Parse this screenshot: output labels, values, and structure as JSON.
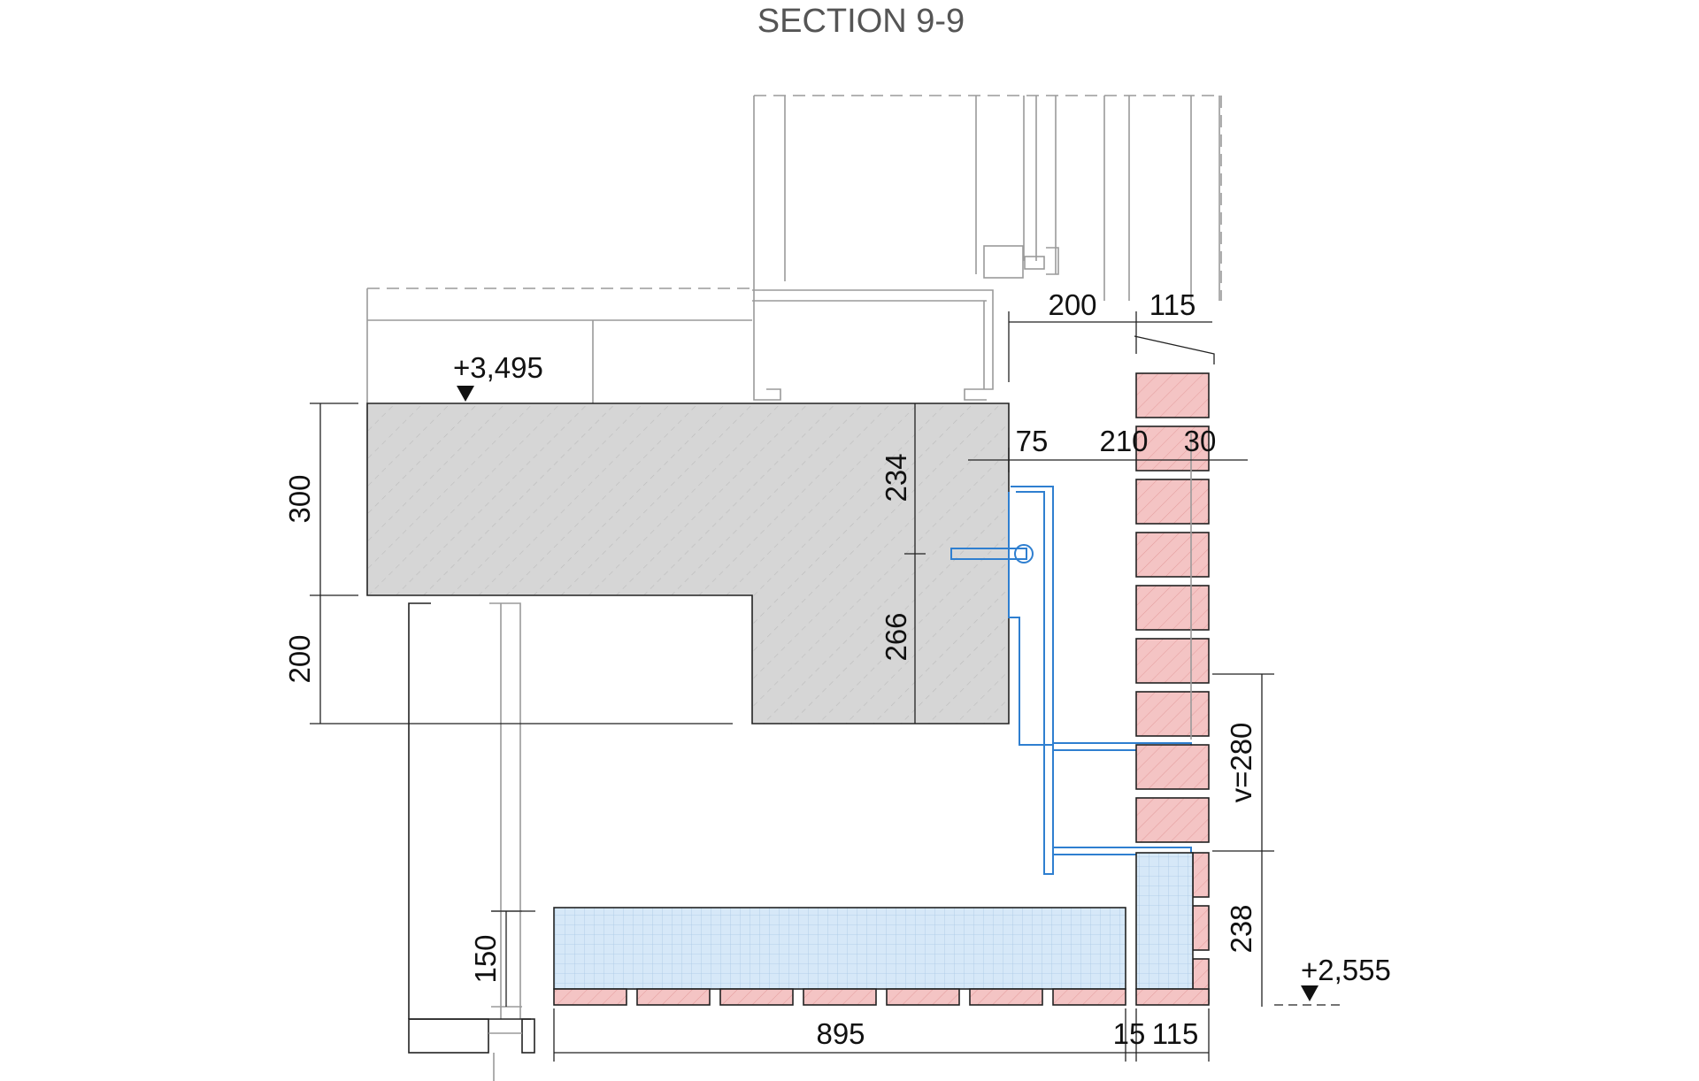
{
  "title": "SECTION 9-9",
  "levels": {
    "top": "+3,495",
    "bottom": "+2,555"
  },
  "dimensions": {
    "d200_top": "200",
    "d115_top": "115",
    "d75": "75",
    "d210": "210",
    "d30": "30",
    "d234": "234",
    "d266": "266",
    "d300": "300",
    "d200_left": "200",
    "v280": "v=280",
    "d238": "238",
    "d150": "150",
    "d895": "895",
    "d15": "15",
    "d115_bottom": "115"
  },
  "colors": {
    "concrete": "#d6d6d6",
    "brick": "#f4c4c4",
    "insulation": "#d6e8f8",
    "anchor": "#2f7fd0"
  }
}
